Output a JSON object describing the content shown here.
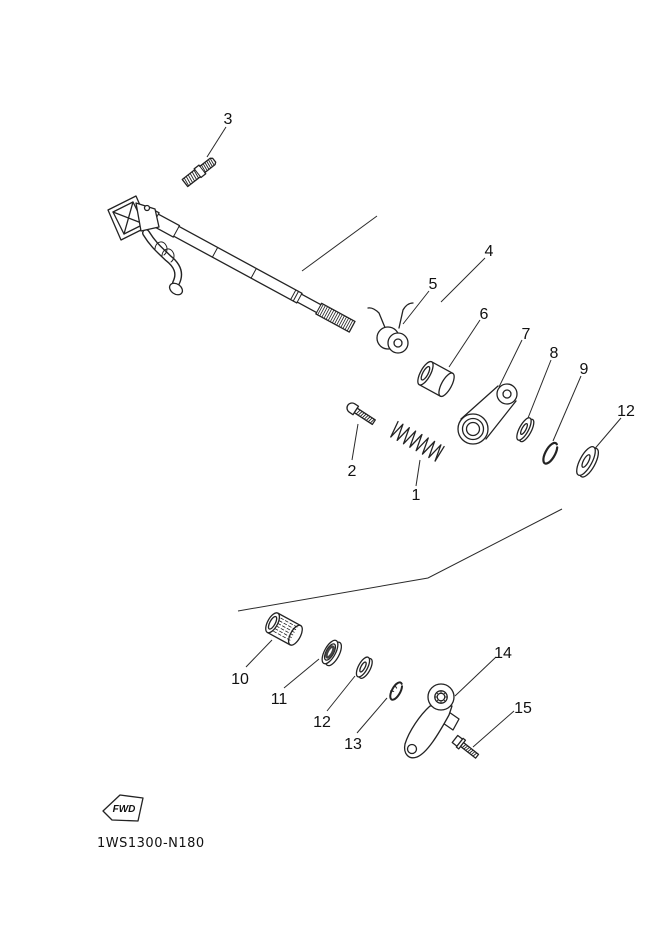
{
  "diagram": {
    "code": "1WS1300-N180",
    "fwd_label": "FWD"
  },
  "callouts": {
    "c1": {
      "label": "1"
    },
    "c2": {
      "label": "2"
    },
    "c3": {
      "label": "3"
    },
    "c4": {
      "label": "4"
    },
    "c5": {
      "label": "5"
    },
    "c6": {
      "label": "6"
    },
    "c7": {
      "label": "7"
    },
    "c8": {
      "label": "8"
    },
    "c9": {
      "label": "9"
    },
    "c10": {
      "label": "10"
    },
    "c11": {
      "label": "11"
    },
    "c12a": {
      "label": "12"
    },
    "c12b": {
      "label": "12"
    },
    "c13": {
      "label": "13"
    },
    "c14": {
      "label": "14"
    },
    "c15": {
      "label": "15"
    }
  }
}
